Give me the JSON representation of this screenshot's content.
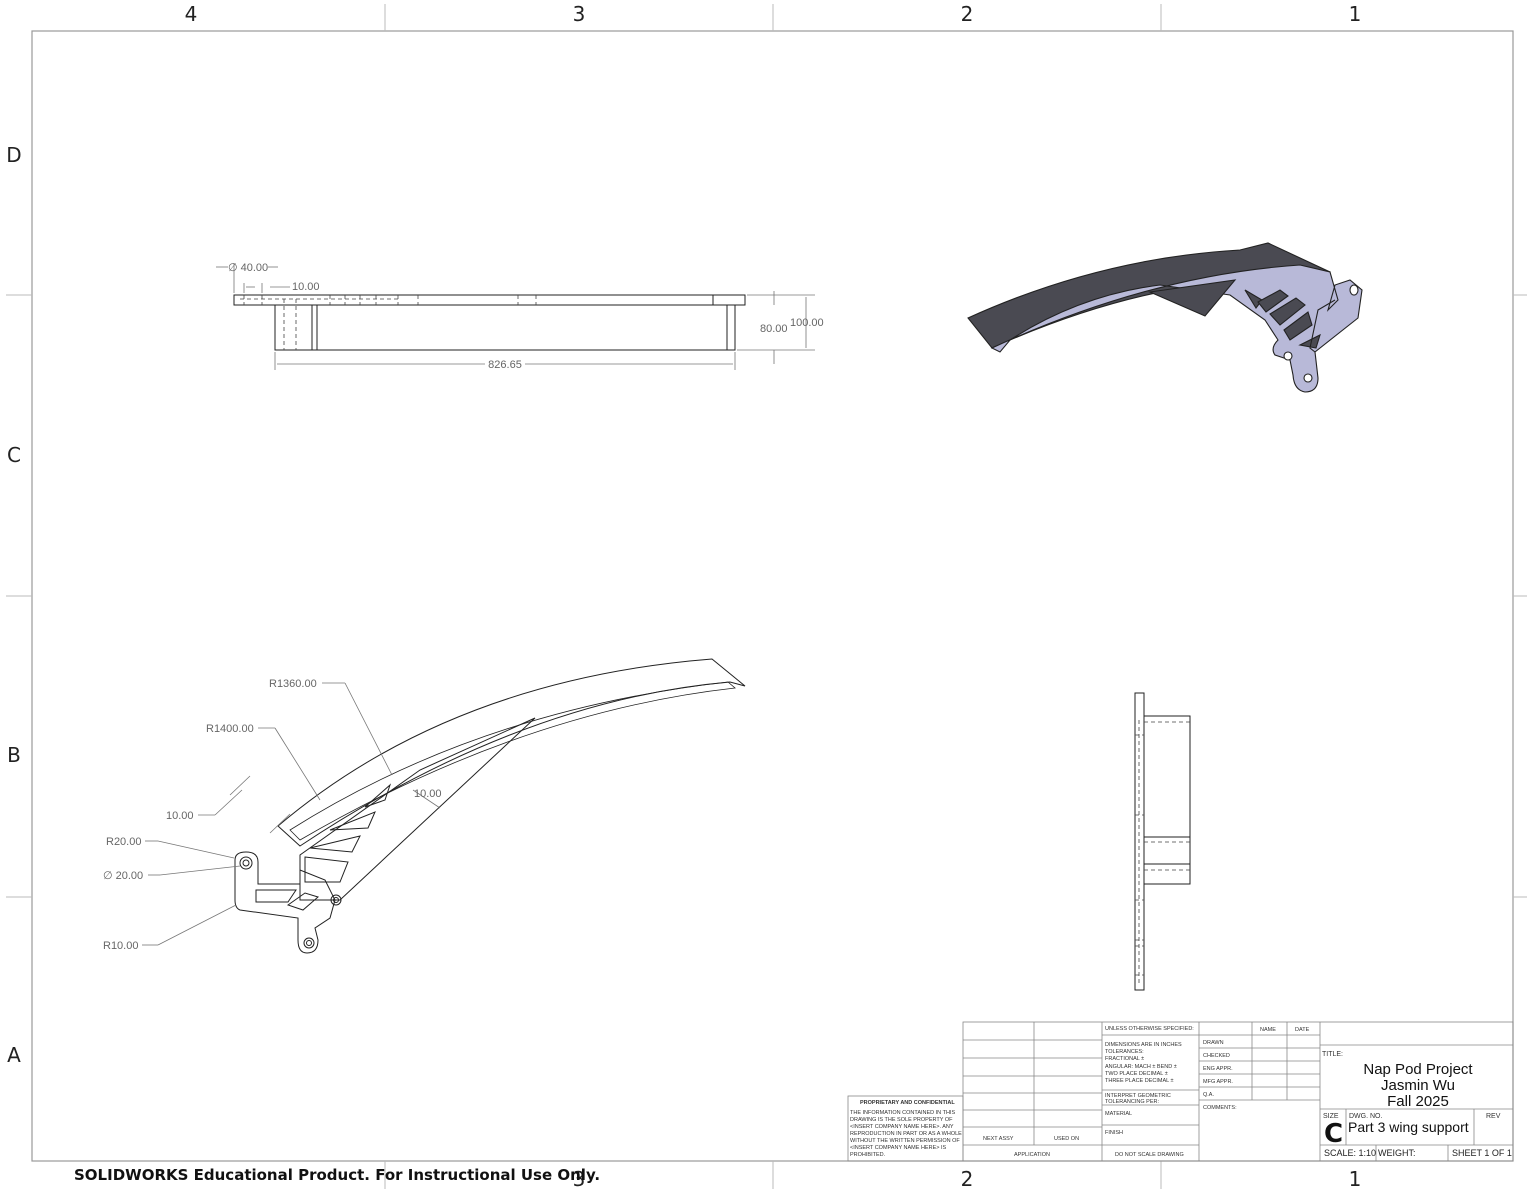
{
  "zones": {
    "columns": [
      "4",
      "3",
      "2",
      "1"
    ],
    "rows": [
      "D",
      "C",
      "B",
      "A"
    ]
  },
  "top_view": {
    "dim_diameter": "∅ 40.00",
    "dim_10": "10.00",
    "dim_length": "826.65",
    "dim_80": "80.00",
    "dim_100": "100.00"
  },
  "front_view": {
    "dim_r1360": "R1360.00",
    "dim_r1400": "R1400.00",
    "dim_10a": "10.00",
    "dim_10b": "10.00",
    "dim_r20": "R20.00",
    "dim_d20": "∅ 20.00",
    "dim_r10": "R10.00"
  },
  "title_block": {
    "unless": "UNLESS OTHERWISE SPECIFIED:",
    "dims_in_inches": "DIMENSIONS ARE IN INCHES",
    "tolerances": "TOLERANCES:",
    "fractional": "FRACTIONAL ±",
    "angular": "ANGULAR: MACH ±    BEND ±",
    "two_place": "TWO PLACE DECIMAL    ±",
    "three_place": "THREE PLACE DECIMAL   ±",
    "interpret": "INTERPRET GEOMETRIC",
    "tolerancing": "TOLERANCING PER:",
    "material": "MATERIAL",
    "finish": "FINISH",
    "do_not_scale": "DO NOT SCALE DRAWING",
    "next_assy": "NEXT ASSY",
    "used_on": "USED ON",
    "application": "APPLICATION",
    "name": "NAME",
    "date": "DATE",
    "drawn": "DRAWN",
    "checked": "CHECKED",
    "eng_appr": "ENG APPR.",
    "mfg_appr": "MFG APPR.",
    "qa": "Q.A.",
    "comments": "COMMENTS:",
    "title_label": "TITLE:",
    "title_line1": "Nap Pod Project",
    "title_line2": "Jasmin Wu",
    "title_line3": "Fall 2025",
    "size_label": "SIZE",
    "size_value": "C",
    "dwg_no_label": "DWG.  NO.",
    "dwg_no": "Part 3 wing support",
    "rev_label": "REV",
    "scale": "SCALE: 1:10",
    "weight": "WEIGHT:",
    "sheet": "SHEET 1 OF 1",
    "proprietary_title": "PROPRIETARY AND CONFIDENTIAL",
    "proprietary_lines": [
      "THE INFORMATION CONTAINED IN THIS",
      "DRAWING IS THE SOLE PROPERTY OF",
      "<INSERT COMPANY NAME HERE>.  ANY",
      "REPRODUCTION IN PART OR AS A WHOLE",
      "WITHOUT THE WRITTEN PERMISSION OF",
      "<INSERT COMPANY NAME HERE> IS",
      "PROHIBITED."
    ]
  },
  "watermark": "SOLIDWORKS Educational Product. For Instructional Use Only."
}
